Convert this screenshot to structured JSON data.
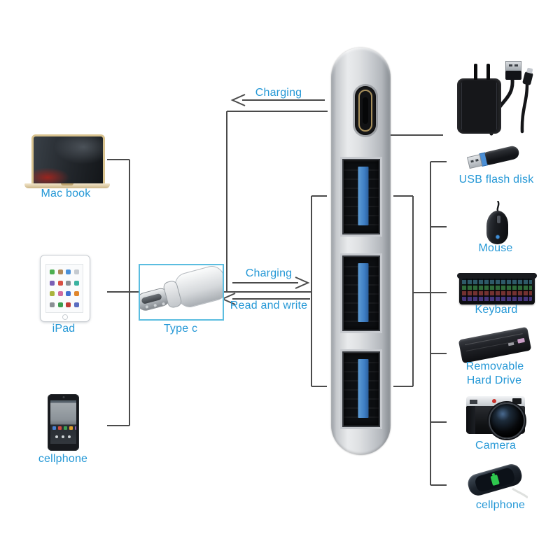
{
  "colors": {
    "label": "#2598d6",
    "line": "#4a4a4a",
    "typec_box_border": "#5bbde0",
    "usb_blue": "#3f7fc4"
  },
  "arrows": {
    "top_charging": "Charging",
    "hub_charging": "Charging",
    "hub_read_write": "Read and write"
  },
  "labels": {
    "macbook": "Mac book",
    "ipad": "iPad",
    "cellphone_left": "cellphone",
    "type_c": "Type c",
    "usb_flash_disk": "USB flash disk",
    "mouse": "Mouse",
    "keyboard": "Keybard",
    "hard_drive_1": "Removable",
    "hard_drive_2": "Hard Drive",
    "camera": "Camera",
    "cellphone_right": "cellphone"
  }
}
